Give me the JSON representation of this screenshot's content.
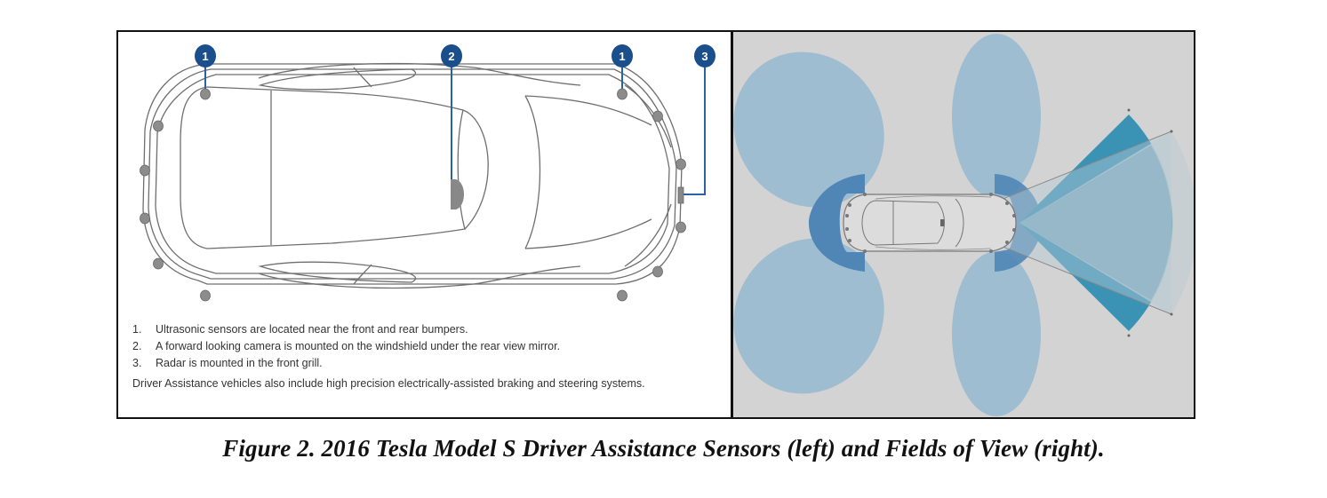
{
  "figure": {
    "caption": "Figure 2. 2016 Tesla Model S Driver Assistance Sensors (left) and Fields of View (right).",
    "left_panel": {
      "title": "Driver Assistance Sensors",
      "callouts": [
        {
          "number": "1",
          "target": "rear-left-ultrasonic-sensor"
        },
        {
          "number": "2",
          "target": "forward-camera"
        },
        {
          "number": "1",
          "target": "front-left-ultrasonic-sensor"
        },
        {
          "number": "3",
          "target": "radar"
        }
      ],
      "legend": [
        {
          "number": "1.",
          "text": "Ultrasonic sensors are located near the front and rear bumpers."
        },
        {
          "number": "2.",
          "text": "A forward looking camera is mounted on the windshield under the rear view mirror."
        },
        {
          "number": "3.",
          "text": "Radar is mounted in the front grill."
        }
      ],
      "note": "Driver Assistance vehicles also include high precision electrically-assisted braking and steering systems."
    },
    "right_panel": {
      "title": "Fields of View",
      "zones": [
        "ultrasonic-lobes",
        "bumper-near-field",
        "camera-cone",
        "radar-sector"
      ]
    },
    "colors": {
      "callout_badge": "#1a4f8b",
      "callout_line": "#2a62a6",
      "sensor_dot": "#8c8c8c",
      "car_outline": "#6f6f6f",
      "fov_background": "#d3d3d3",
      "ultrasonic_lobe": "#9ebdd0",
      "near_field": "#4f86b6",
      "radar_sector": "#3a93b5",
      "camera_cone": "#7aa6bc",
      "long_range_arc": "#bcc9d0"
    }
  }
}
